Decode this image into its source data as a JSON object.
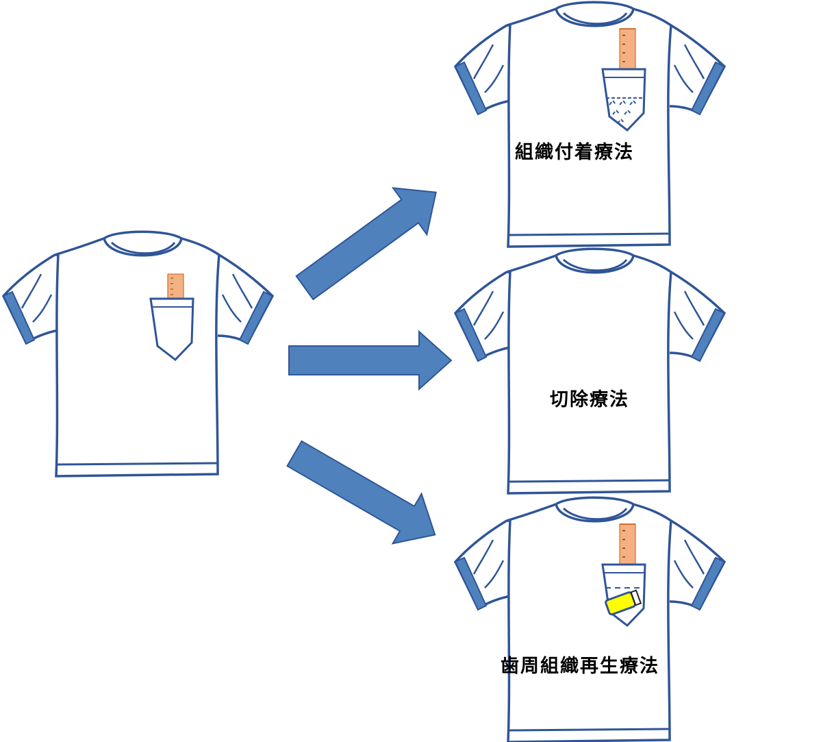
{
  "colors": {
    "outline": "#2f5597",
    "accent": "#4f81bd",
    "ruler": "#f4b183",
    "eraser": "#ffff00"
  },
  "shirts": [
    {
      "id": "original",
      "label": null,
      "pocket": "ruler"
    },
    {
      "id": "attachment",
      "label": "組織付着療法",
      "pocket": "ruler-with-pattern"
    },
    {
      "id": "resection",
      "label": "切除療法",
      "pocket": "none"
    },
    {
      "id": "regeneration",
      "label": "歯周組織再生療法",
      "pocket": "ruler-with-eraser"
    }
  ],
  "arrows": [
    "to-attachment",
    "to-resection",
    "to-regeneration"
  ]
}
